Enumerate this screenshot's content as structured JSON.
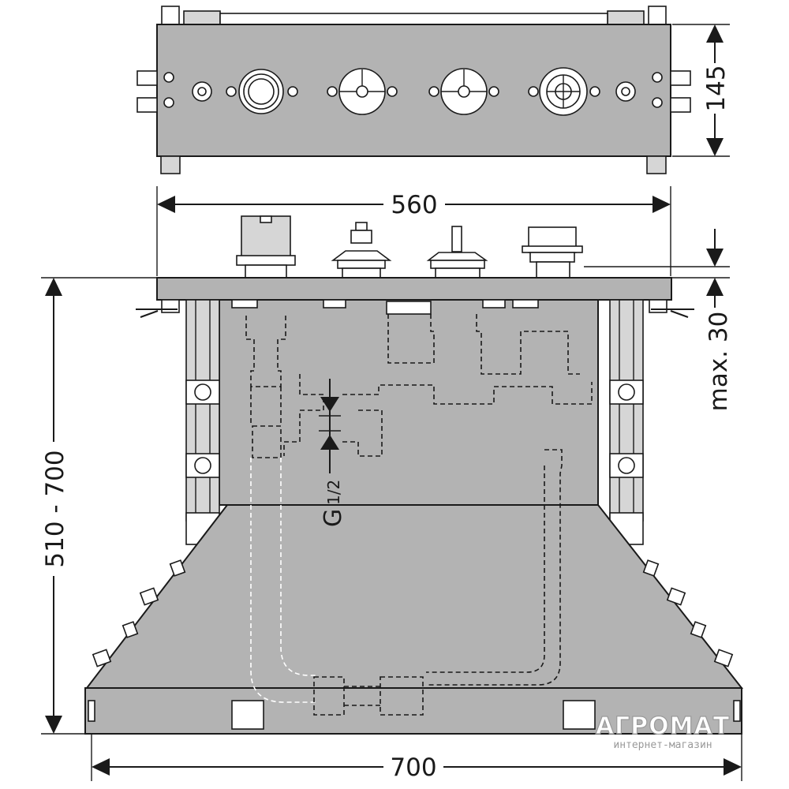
{
  "dimensions": {
    "height_top": "145",
    "width_mid": "560",
    "max_offset": "max. 30",
    "height_range": "510 - 700",
    "width_bottom": "700"
  },
  "thread_label": {
    "prefix": "G",
    "fraction": "1/2"
  },
  "watermark": {
    "brand": "АГРОМАТ",
    "tagline": "интернет-магазин"
  },
  "colors": {
    "body": "#b3b3b3",
    "line": "#1a1a1a",
    "background": "#ffffff"
  }
}
